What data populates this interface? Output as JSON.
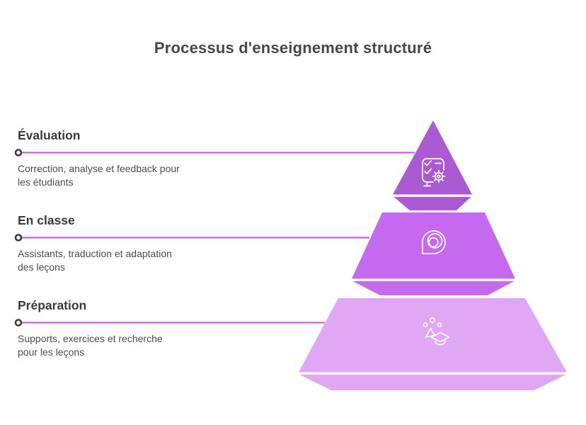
{
  "title": "Processus d'enseignement structuré",
  "colors": {
    "background": "#ffffff",
    "connector_line": "#c44ee6",
    "connector_dot_stroke": "#3f3f3f",
    "title_text": "#474747",
    "heading_text": "#3b3b3b",
    "body_text": "#4d4d4d",
    "icon_stroke": "#ffffff"
  },
  "sections": [
    {
      "heading": "Évaluation",
      "description_lines": [
        "Correction, analyse et feedback pour",
        "les étudiants"
      ],
      "layer_color": "#aa5ad3",
      "icon": "checklist-gear-icon"
    },
    {
      "heading": "En classe",
      "description_lines": [
        "Assistants, traduction et adaptation",
        "des leçons"
      ],
      "layer_color": "#c56aee",
      "icon": "speech-drop-icon"
    },
    {
      "heading": "Préparation",
      "description_lines": [
        "Supports, exercices et recherche",
        "pour les leçons"
      ],
      "layer_color": "#e0a7f5",
      "icon": "graduation-sparkles-icon"
    }
  ],
  "diagram": {
    "type": "pyramid",
    "levels_top_to_bottom": [
      "Évaluation",
      "En classe",
      "Préparation"
    ]
  }
}
